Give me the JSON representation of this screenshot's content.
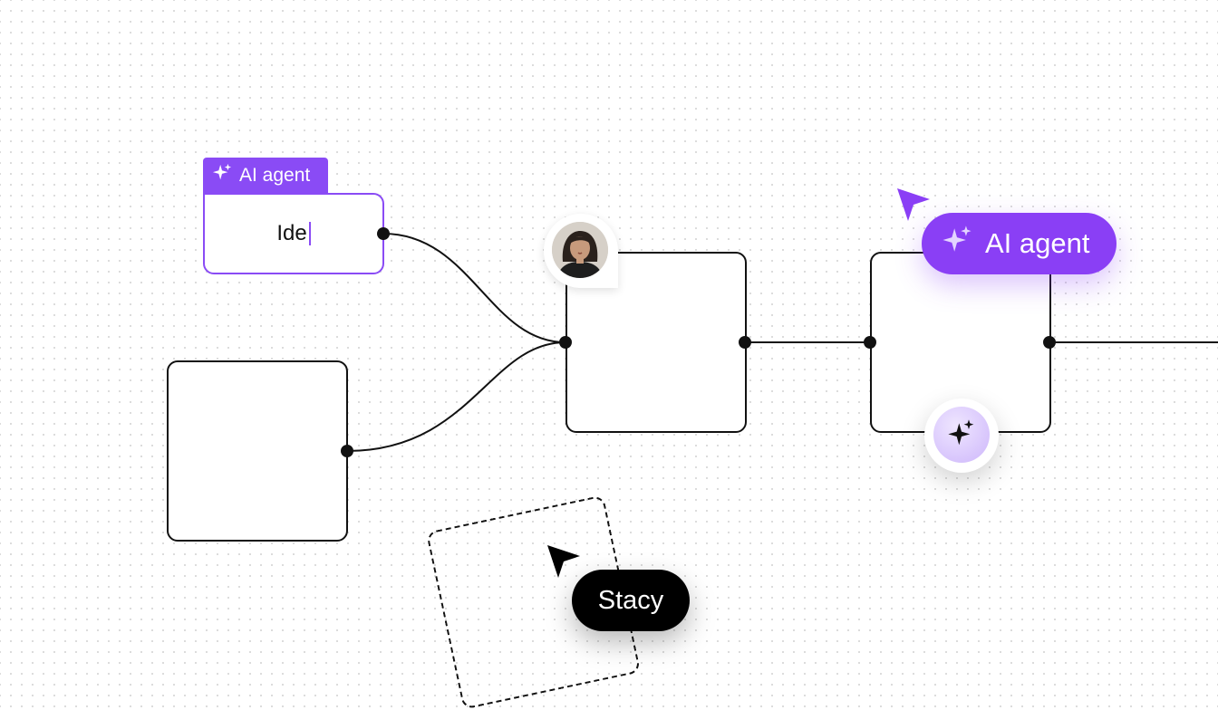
{
  "canvas": {
    "accent_color": "#8a4bf5",
    "edge_color": "#111111",
    "dot_grid_color": "#d9d9d9"
  },
  "ai_node": {
    "tag_label": "AI agent",
    "tag_icon": "sparkle-icon",
    "input_text": "Ide"
  },
  "collaborator": {
    "avatar": "avatar-woman",
    "cursor_name": "Stacy",
    "cursor_color": "#000000"
  },
  "ai_cursor": {
    "label": "AI agent",
    "icon": "sparkle-icon",
    "color": "#8a3ff5"
  },
  "ai_action_button": {
    "icon": "sparkle-icon"
  }
}
